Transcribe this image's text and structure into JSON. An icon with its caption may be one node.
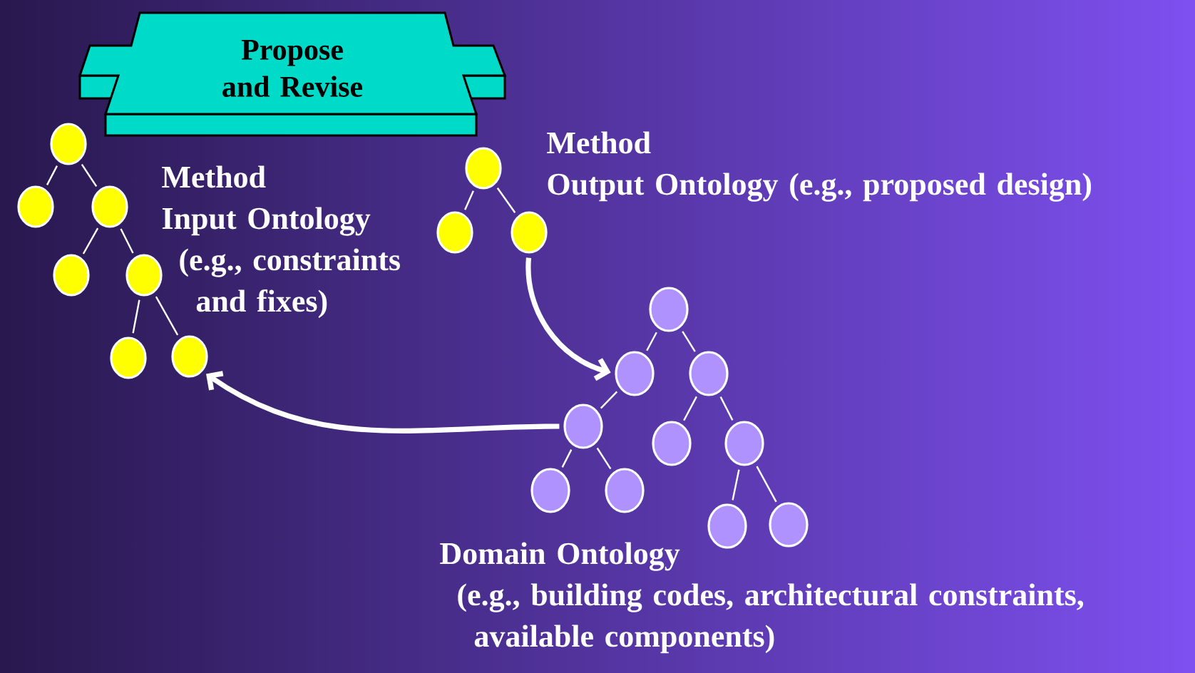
{
  "diagram": {
    "nodes": [
      {
        "text": [
          "Propose and Revise"
        ]
      },
      {
        "text": [
          "Method",
          "Input Ontology",
          "(e.g., constraints and fixes)"
        ]
      },
      {
        "text": [],
        "shape": "circle"
      },
      {
        "text": [],
        "shape": "circle"
      },
      {
        "text": [],
        "shape": "circle"
      },
      {
        "text": [],
        "shape": "circle"
      },
      {
        "text": [],
        "shape": "circle"
      },
      {
        "text": [],
        "shape": "circle"
      },
      {
        "text": [],
        "shape": "circle"
      },
      {
        "text": [
          "Method",
          "Output Ontology  (e.g., proposed design)"
        ]
      },
      {
        "text": [],
        "shape": "circle"
      },
      {
        "text": [],
        "shape": "circle"
      },
      {
        "text": [],
        "shape": "circle"
      },
      {
        "text": [],
        "shape": "circle"
      },
      {
        "text": [],
        "shape": "circle"
      },
      {
        "text": [],
        "shape": "circle"
      },
      {
        "text": [],
        "shape": "circle"
      },
      {
        "text": [],
        "shape": "circle"
      },
      {
        "text": [],
        "shape": "circle"
      },
      {
        "text": [],
        "shape": "circle"
      },
      {
        "text": [],
        "shape": "circle"
      },
      {
        "text": [],
        "shape": "circle"
      },
      {
        "text": [],
        "shape": "circle"
      },
      {
        "text": [
          "Domain Ontology",
          "(e.g., building codes, architectural constraints, available components)"
        ]
      }
    ],
    "edges": [
      {
        "from": 2,
        "to": 3,
        "arrow": "none"
      },
      {
        "from": 2,
        "to": 4,
        "arrow": "none"
      },
      {
        "from": 4,
        "to": 5,
        "arrow": "none"
      },
      {
        "from": 4,
        "to": 6,
        "arrow": "none"
      },
      {
        "from": 6,
        "to": 7,
        "arrow": "none"
      },
      {
        "from": 6,
        "to": 8,
        "arrow": "none"
      },
      {
        "from": 10,
        "to": 11,
        "arrow": "none"
      },
      {
        "from": 10,
        "to": 12,
        "arrow": "none"
      },
      {
        "from": 13,
        "to": 14,
        "arrow": "none"
      },
      {
        "from": 13,
        "to": 15,
        "arrow": "none"
      },
      {
        "from": 14,
        "to": 16,
        "arrow": "none"
      },
      {
        "from": 15,
        "to": 17,
        "arrow": "none"
      },
      {
        "from": 15,
        "to": 18,
        "arrow": "none"
      },
      {
        "from": 16,
        "to": 19,
        "arrow": "none"
      },
      {
        "from": 16,
        "to": 20,
        "arrow": "none"
      },
      {
        "from": 18,
        "to": 21,
        "arrow": "none"
      },
      {
        "from": 18,
        "to": 22,
        "arrow": "none"
      },
      {
        "from": 12,
        "to": 14,
        "arrow": "to",
        "style": "thick"
      },
      {
        "from": 16,
        "to": 8,
        "arrow": "to",
        "style": "thick"
      }
    ]
  }
}
